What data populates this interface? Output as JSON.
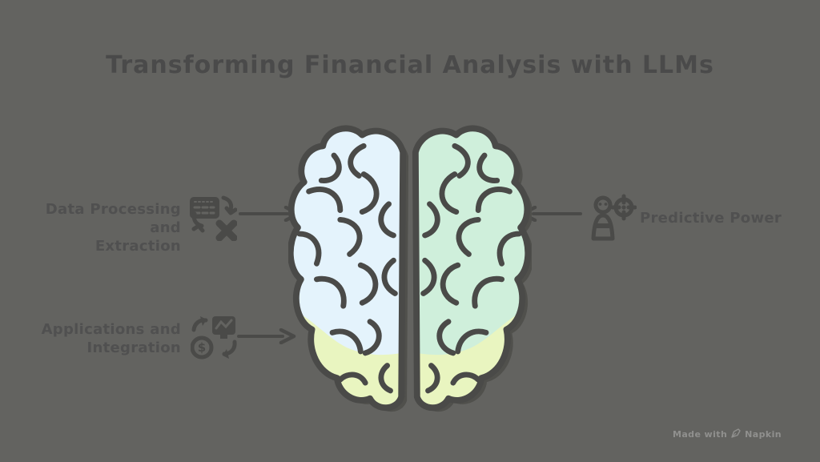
{
  "title": "Transforming Financial Analysis with LLMs",
  "callouts": {
    "data_processing": {
      "line1": "Data Processing and",
      "line2": "Extraction"
    },
    "applications": {
      "line1": "Applications and",
      "line2": "Integration"
    },
    "predictive": {
      "label": "Predictive Power"
    }
  },
  "icons": {
    "data_processing": "spreadsheet-conversion-icon",
    "applications": "finance-apps-sync-icon",
    "predictive": "person-target-icon",
    "coin_symbol": "$",
    "watermark": "pen-nib-icon"
  },
  "watermark": {
    "prefix": "Made with",
    "brand": "Napkin"
  },
  "colors": {
    "bg": "#636360",
    "ink": "#4a4a48",
    "title": "#4a4a4a",
    "label": "#505050",
    "brain-blue": "#e4f3fc",
    "brain-mint": "#cfefdb",
    "brain-yellow": "#e9f5c0",
    "brain-shadow": "#50504c",
    "watermark": "#90908e"
  }
}
